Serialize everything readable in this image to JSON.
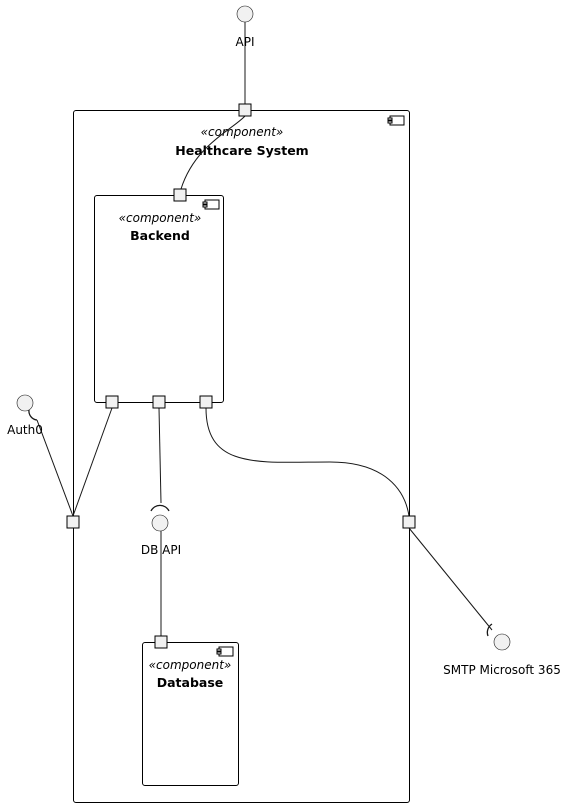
{
  "diagram": {
    "components": {
      "healthcare": {
        "stereotype": "«component»",
        "name": "Healthcare System"
      },
      "backend": {
        "stereotype": "«component»",
        "name": "Backend"
      },
      "database": {
        "stereotype": "«component»",
        "name": "Database"
      }
    },
    "interfaces": {
      "api": "API",
      "auth0": "Auth0",
      "db_api": "DB API",
      "smtp": "SMTP Microsoft 365"
    }
  }
}
